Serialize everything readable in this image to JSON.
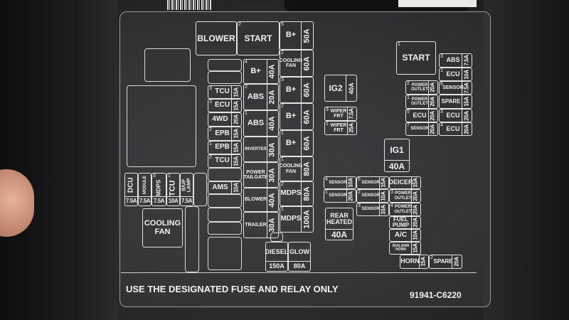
{
  "footer": {
    "notice": "USE THE DESIGNATED FUSE AND RELAY ONLY",
    "part_number": "91941-C6220"
  },
  "fuses": {
    "blower_relay": {
      "label": "BLOWER"
    },
    "start_relay_2": {
      "num": "2",
      "label": "START"
    },
    "bplus_5": {
      "num": "5",
      "label": "B+",
      "rating": "50A"
    },
    "cooling_fan_2": {
      "num": "2",
      "label": "COOLING\nFAN",
      "rating": "60A"
    },
    "bplus_3": {
      "num": "3",
      "label": "B+",
      "rating": "60A"
    },
    "bplus_2": {
      "num": "2",
      "label": "B+",
      "rating": "60A"
    },
    "bplus_1": {
      "num": "1",
      "label": "B+",
      "rating": "60A"
    },
    "cooling_fan_1": {
      "num": "1",
      "label": "COOLING\nFAN",
      "rating": "80A"
    },
    "mdps_2": {
      "num": "2",
      "label": "MDPS",
      "rating": "80A"
    },
    "mdps_1": {
      "num": "1",
      "label": "MDPS",
      "rating": "100A"
    },
    "bplus_4": {
      "num": "4",
      "label": "B+",
      "rating": "40A"
    },
    "abs_2": {
      "num": "2",
      "label": "ABS",
      "rating": "20A"
    },
    "abs_1": {
      "num": "1",
      "label": "ABS",
      "rating": "40A"
    },
    "inverter": {
      "label": "INVERTER",
      "rating": "30A"
    },
    "power_tailgate": {
      "label": "POWER\nTAILGATE",
      "rating": "30A"
    },
    "blower_fuse": {
      "label": "BLOWER",
      "rating": "40A"
    },
    "trailer": {
      "label": "TRAILER",
      "rating": "30A"
    },
    "tcu_3": {
      "num": "3",
      "label": "TCU",
      "rating": "15A"
    },
    "ecu_3a": {
      "num": "3",
      "label": "ECU",
      "rating": "15A"
    },
    "4wd": {
      "label": "4WD",
      "rating": "20A"
    },
    "epb_2": {
      "num": "2",
      "label": "EPB",
      "rating": "15A"
    },
    "epb_1": {
      "num": "1",
      "label": "EPB",
      "rating": "15A"
    },
    "tcu_2": {
      "num": "2",
      "label": "TCU",
      "rating": "15A"
    },
    "ams": {
      "label": "AMS",
      "rating": "10A"
    },
    "dcu": {
      "label": "DCU",
      "rating": "7.5A"
    },
    "module": {
      "label": "MODULE",
      "rating": "7.5A"
    },
    "mdps_3": {
      "num": "3",
      "label": "MDPS",
      "rating": "7.5A"
    },
    "tcu_1": {
      "num": "1",
      "label": "TCU",
      "rating": "10A"
    },
    "bup_lamp": {
      "label": "B/UP\nLAMP",
      "rating": "7.5A"
    },
    "cooling_fan_relay": {
      "label": "COOLING\nFAN"
    },
    "diesel": {
      "label": "DIESEL",
      "rating": "150A"
    },
    "glow": {
      "label": "GLOW",
      "rating": "80A"
    },
    "ig2": {
      "label": "IG2",
      "rating": "40A"
    },
    "wiper_frt_3": {
      "num": "3",
      "label": "WIPER\nFRT",
      "rating": "7.5A"
    },
    "wiper_frt_1": {
      "num": "1",
      "label": "WIPER\nFRT",
      "rating": "25A"
    },
    "ig1": {
      "label": "IG1",
      "rating": "40A"
    },
    "start_relay_1": {
      "num": "1",
      "label": "START"
    },
    "abs_3": {
      "num": "3",
      "label": "ABS",
      "rating": "7.5A"
    },
    "ecu_1": {
      "num": "1",
      "label": "ECU",
      "rating": "10A"
    },
    "power_outlet_2": {
      "num": "2",
      "label": "POWER\nOUTLET",
      "rating": "20A"
    },
    "sensor_6": {
      "num": "6",
      "label": "SENSOR",
      "rating": "7.5A"
    },
    "power_outlet_1": {
      "num": "1",
      "label": "POWER\nOUTLET",
      "rating": "20A"
    },
    "spare_1": {
      "label": "SPARE",
      "rating": "15A"
    },
    "ecu_5": {
      "num": "5",
      "label": "ECU",
      "rating": "20A"
    },
    "ecu_3": {
      "num": "3",
      "label": "ECU",
      "rating": "20A"
    },
    "sensor_7": {
      "num": "7",
      "label": "SENSOR",
      "rating": "20A"
    },
    "ecu_4": {
      "num": "4",
      "label": "ECU",
      "rating": "20A"
    },
    "sensor_4": {
      "num": "4",
      "label": "SENSOR",
      "rating": "10A"
    },
    "sensor_5": {
      "num": "5",
      "label": "SENSOR",
      "rating": "15A"
    },
    "deicer": {
      "label": "DEICER",
      "rating": "15A"
    },
    "sensor_1": {
      "num": "1",
      "label": "SENSOR",
      "rating": "20A"
    },
    "sensor_2": {
      "num": "2",
      "label": "SENSOR",
      "rating": "10A"
    },
    "power_outlet_3": {
      "num": "3",
      "label": "POWER\nOUTLET",
      "rating": "20A"
    },
    "sensor_3": {
      "num": "3",
      "label": "SENSOR",
      "rating": "10A"
    },
    "power_outlet_4": {
      "num": "4",
      "label": "POWER\nOUTLET",
      "rating": "20A"
    },
    "rear_heated": {
      "label": "REAR\nHEATED",
      "rating": "40A"
    },
    "fuel_pump": {
      "label": "FUEL\nPUMP",
      "rating": "20A"
    },
    "ac": {
      "label": "A/C",
      "rating": "10A"
    },
    "balarm_horn": {
      "label": "B/ALARM\nHORN",
      "rating": "15A"
    },
    "horn": {
      "label": "HORN",
      "rating": "15A"
    },
    "spare_2": {
      "num": "2",
      "label": "SPARE",
      "rating": "20A"
    }
  }
}
